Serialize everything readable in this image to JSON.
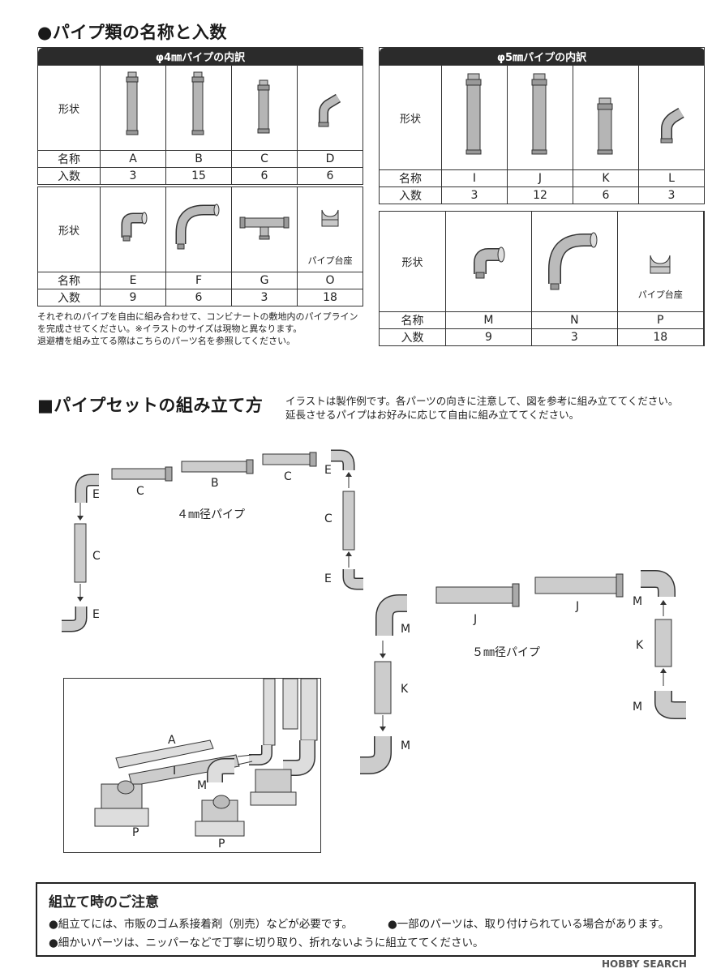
{
  "section1": {
    "title": "●パイプ類の名称と入数"
  },
  "table4": {
    "header": "φ4㎜パイプの内訳",
    "row_shape_label": "形状",
    "row_name_label": "名称",
    "row_count_label": "入数",
    "top": {
      "names": [
        "A",
        "B",
        "C",
        "D"
      ],
      "counts": [
        "3",
        "15",
        "6",
        "6"
      ]
    },
    "bottom": {
      "names": [
        "E",
        "F",
        "G",
        "O"
      ],
      "counts": [
        "9",
        "6",
        "3",
        "18"
      ],
      "base_caption": "パイプ台座"
    }
  },
  "table5": {
    "header": "φ5㎜パイプの内訳",
    "row_shape_label": "形状",
    "row_name_label": "名称",
    "row_count_label": "入数",
    "top": {
      "names": [
        "I",
        "J",
        "K",
        "L"
      ],
      "counts": [
        "3",
        "12",
        "6",
        "3"
      ]
    },
    "bottom": {
      "names": [
        "M",
        "N",
        "P",
        ""
      ],
      "counts": [
        "9",
        "3",
        "18",
        ""
      ],
      "base_caption": "パイプ台座"
    }
  },
  "note": {
    "line1": "それぞれのパイプを自由に組み合わせて、コンビナートの敷地内のパイプライン",
    "line2": "を完成させてください。※イラストのサイズは現物と異なります。",
    "line3": "退避槽を組み立てる際はこちらのパーツ名を参照してください。"
  },
  "section2": {
    "title": "■パイプセットの組み立て方",
    "desc1": "イラストは製作例です。各パーツの向きに注意して、図を参考に組み立ててください。",
    "desc2": "延長させるパイプはお好みに応じて自由に組み立ててください。"
  },
  "assembly4": {
    "caption": "４㎜径パイプ",
    "labels": {
      "e_top_left": "E",
      "c1": "C",
      "b": "B",
      "c2": "C",
      "e_top_right": "E",
      "c_left": "C",
      "e_bottom_left": "E",
      "c_right": "C",
      "e_bottom_right": "E"
    }
  },
  "assembly5": {
    "caption": "５㎜径パイプ",
    "labels": {
      "m_top_left": "M",
      "j1": "J",
      "j2": "J",
      "m_top_right": "M",
      "k_left": "K",
      "m_bottom_left": "M",
      "k_right": "K",
      "m_bottom_right": "M"
    }
  },
  "example": {
    "labels": {
      "a": "A",
      "i": "I",
      "m": "M",
      "p1": "P",
      "p2": "P"
    }
  },
  "caution": {
    "title": "組立て時のご注意",
    "line1a": "●組立てには、市販のゴム系接着剤（別売）などが必要です。",
    "line1b": "●一部のパーツは、取り付けられている場合があります。",
    "line2": "●細かいパーツは、ニッパーなどで丁寧に切り取り、折れないように組立ててください。"
  },
  "watermark": "HOBBY SEARCH"
}
